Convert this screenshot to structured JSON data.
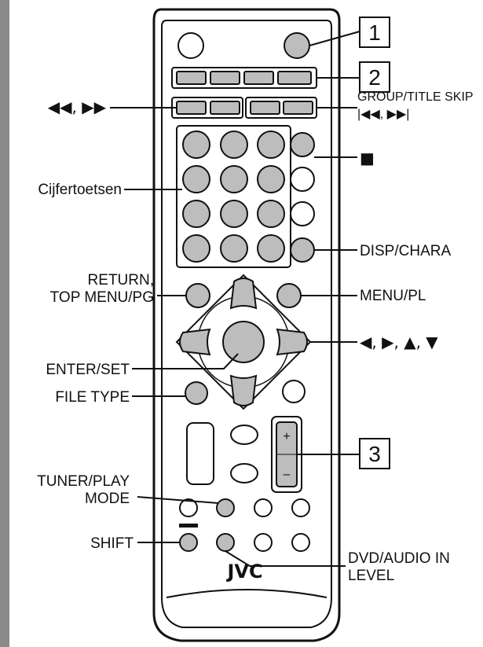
{
  "labels": {
    "callout_1": "1",
    "callout_2": "2",
    "callout_3": "3",
    "skip_search": "◀◀, ▶▶",
    "group_title_skip": "GROUP/TITLE SKIP",
    "group_skip_symbols": "|◀◀, ▶▶|",
    "stop_symbol": "■",
    "number_keys": "Cijfertoetsen",
    "disp_chara": "DISP/CHARA",
    "return_line1": "RETURN,",
    "return_line2": "TOP MENU/PG",
    "menu_pl": "MENU/PL",
    "cursor_keys": "◀, ▶, ▲, ▼",
    "enter_set": "ENTER/SET",
    "file_type": "FILE TYPE",
    "tuner_line1": "TUNER/PLAY",
    "tuner_line2": "MODE",
    "shift": "SHIFT",
    "dvd_line1": "DVD/AUDIO IN",
    "dvd_line2": "LEVEL"
  },
  "remote": {
    "brand": "JVC",
    "vol_plus": "+",
    "vol_minus": "–"
  },
  "colors": {
    "button_gray": "#bdbdbd",
    "outline": "#111111",
    "left_strip": "#8a8a8a"
  }
}
